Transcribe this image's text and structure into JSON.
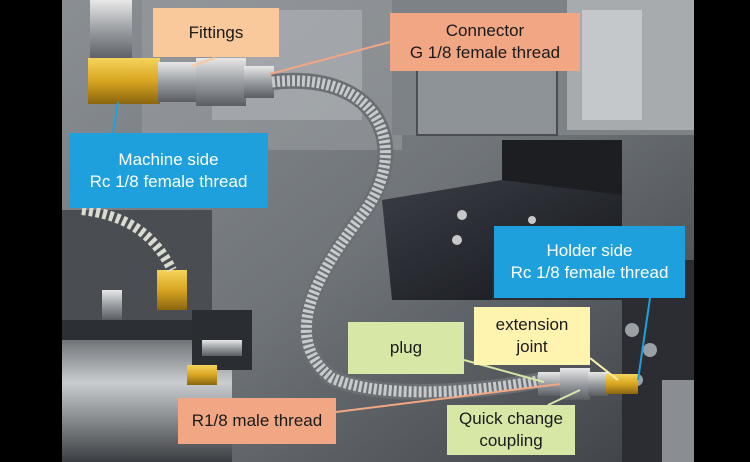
{
  "labels": {
    "fittings": {
      "lines": [
        "Fittings"
      ],
      "color": "#f9c99b"
    },
    "connector": {
      "lines": [
        "Connector",
        "G 1/8 female thread"
      ],
      "color": "#f1a784"
    },
    "machine_side": {
      "lines": [
        "Machine side",
        "Rc 1/8 female thread"
      ],
      "color": "#1ea0dc"
    },
    "holder_side": {
      "lines": [
        "Holder side",
        "Rc 1/8 female thread"
      ],
      "color": "#1ea0dc"
    },
    "extension_joint": {
      "lines": [
        "extension",
        "joint"
      ],
      "color": "#fff3b0"
    },
    "plug": {
      "lines": [
        "plug"
      ],
      "color": "#d6e7a6"
    },
    "male_thread": {
      "lines": [
        "R1/8 male thread"
      ],
      "color": "#f1a784"
    },
    "quick_change": {
      "lines": [
        "Quick change",
        "coupling"
      ],
      "color": "#d6e7a6"
    }
  }
}
